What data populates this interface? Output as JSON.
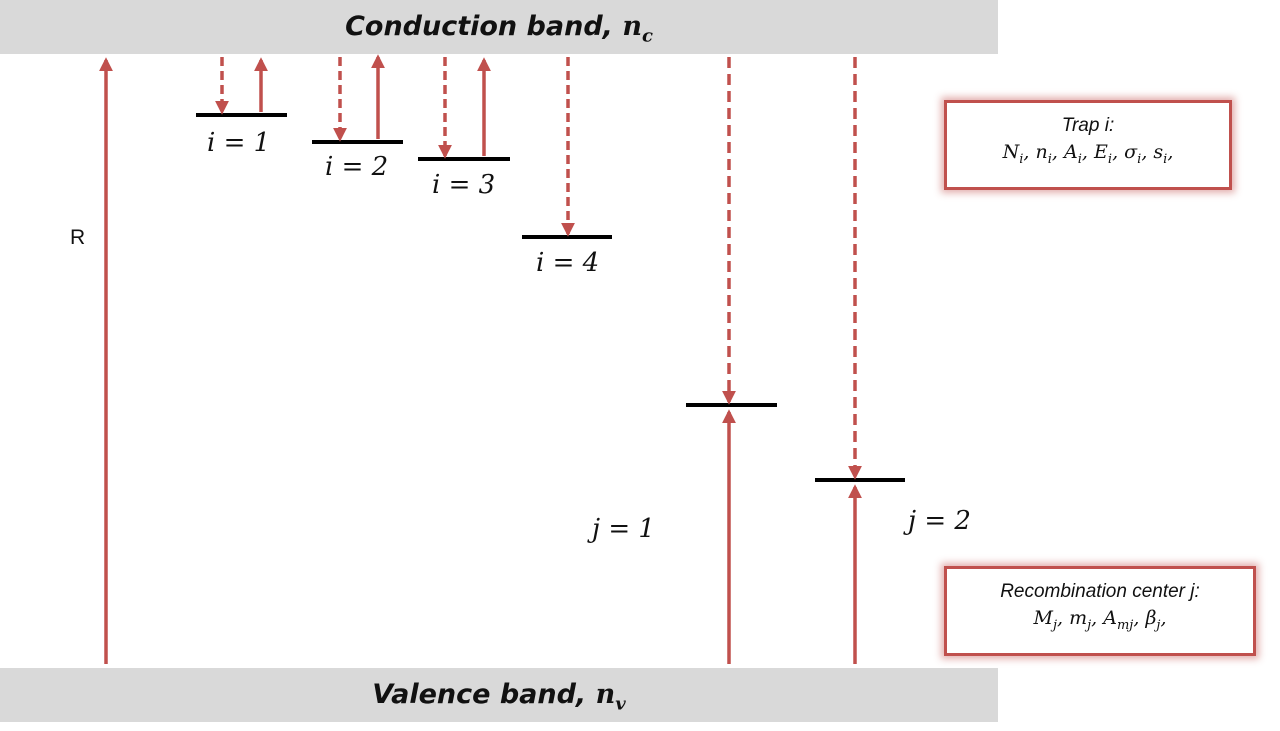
{
  "bands": {
    "conduction": {
      "text": "Conduction band, ",
      "symbol": "n",
      "subscript": "c"
    },
    "valence": {
      "text": "Valence band, ",
      "symbol": "n",
      "subscript": "v"
    }
  },
  "r_label": "R",
  "traps": [
    {
      "label": "i = 1"
    },
    {
      "label": "i = 2"
    },
    {
      "label": "i = 3"
    },
    {
      "label": "i = 4"
    }
  ],
  "centers": [
    {
      "label": "j = 1"
    },
    {
      "label": "j = 2"
    }
  ],
  "trap_box": {
    "title": "Trap i:",
    "params": [
      {
        "sym": "N",
        "sub": "i"
      },
      {
        "sym": "n",
        "sub": "i"
      },
      {
        "sym": "A",
        "sub": "i"
      },
      {
        "sym": "E",
        "sub": "i"
      },
      {
        "sym": "σ",
        "sub": "i"
      },
      {
        "sym": "s",
        "sub": "i"
      }
    ]
  },
  "center_box": {
    "title": "Recombination center j:",
    "params": [
      {
        "sym": "M",
        "sub": "j"
      },
      {
        "sym": "m",
        "sub": "j"
      },
      {
        "sym": "A",
        "sub": "mj"
      },
      {
        "sym": "β",
        "sub": "j"
      }
    ]
  },
  "colors": {
    "arrow": "#c0504d",
    "level": "#000000",
    "band": "#d9d9d9"
  }
}
